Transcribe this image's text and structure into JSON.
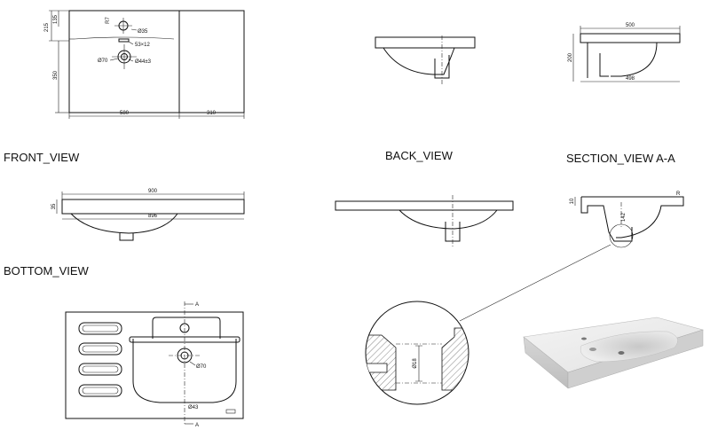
{
  "views": {
    "front": "FRONT_VIEW",
    "back": "BACK_VIEW",
    "section": "SECTION_VIEW  A-A",
    "bottom": "BOTTOM_VIEW"
  },
  "dims": {
    "top_left": {
      "h215": "215",
      "h135": "135",
      "h350": "350",
      "r7": "R7",
      "d35": "Ø35",
      "slot": "53×12",
      "d70": "Ø70",
      "d44": "Ø44±3",
      "w580": "580",
      "w310": "310"
    },
    "top_right": {
      "w500": "500",
      "h200": "200",
      "w498": "498"
    },
    "front": {
      "w900": "900",
      "h35": "35",
      "w896": "896"
    },
    "section": {
      "h10": "10",
      "r": "R",
      "h142": "142"
    },
    "bottom": {
      "a_top": "A",
      "a_bottom": "A",
      "d70": "Ø70",
      "d43": "Ø43"
    },
    "detail": {
      "d518": "Ø18"
    }
  }
}
